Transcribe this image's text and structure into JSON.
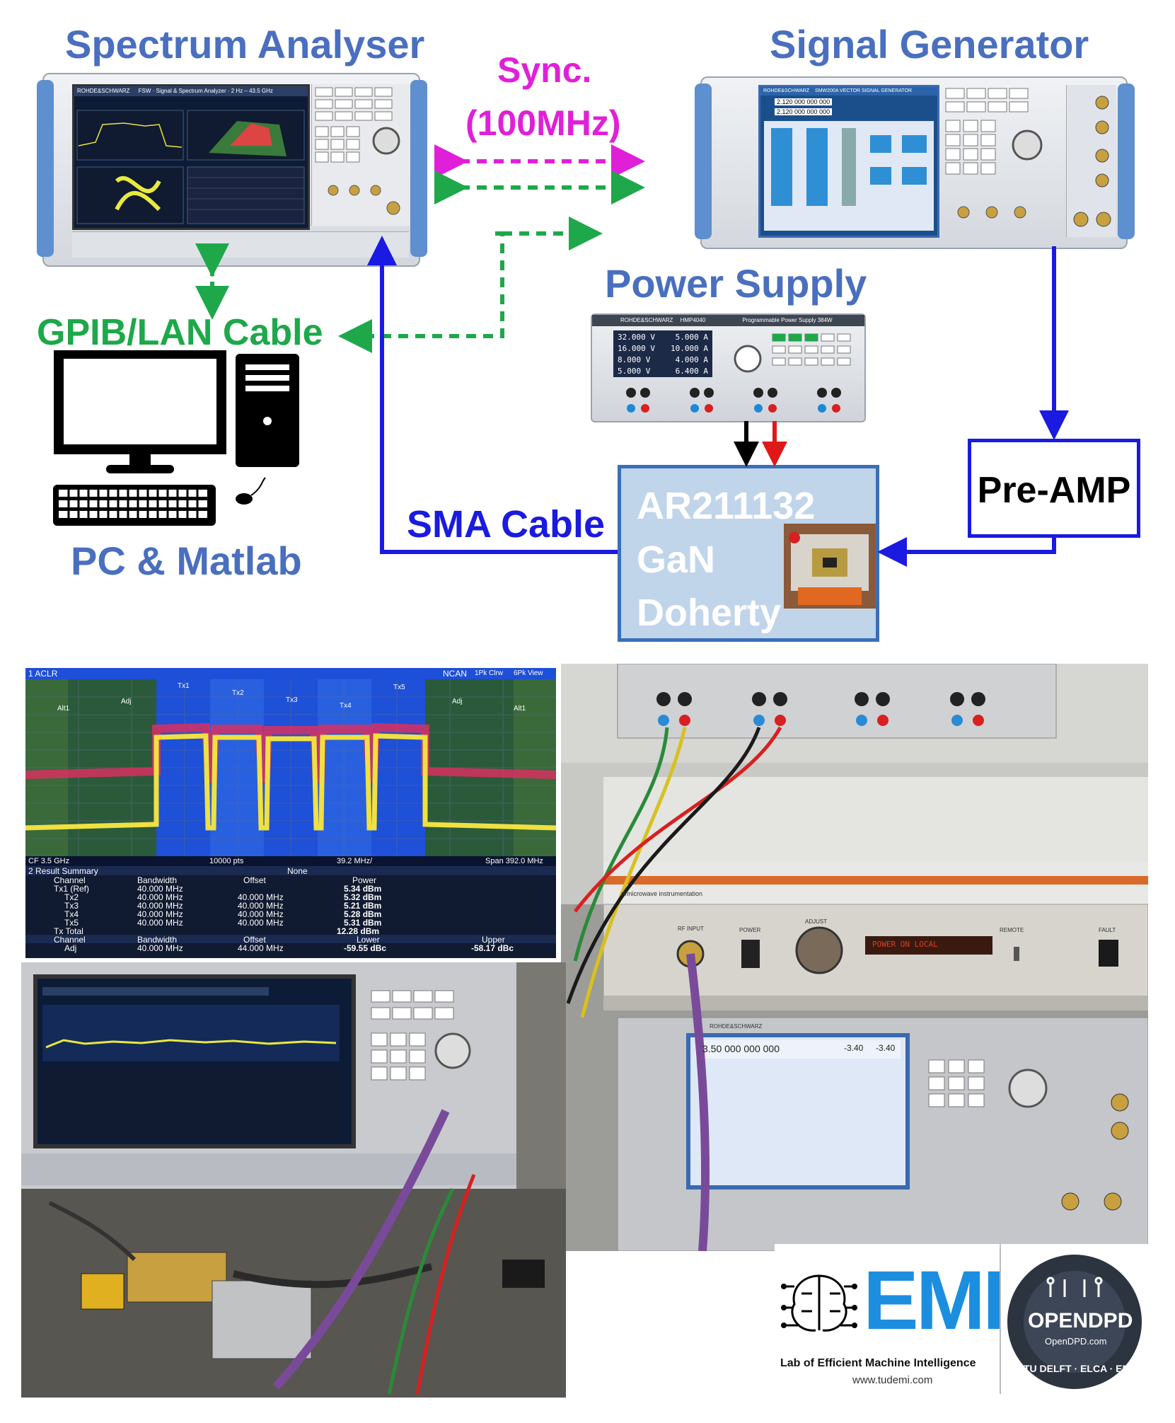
{
  "labels": {
    "spectrum_analyser": "Spectrum Analyser",
    "signal_generator": "Signal Generator",
    "sync_line1": "Sync.",
    "sync_line2": "(100MHz)",
    "power_supply": "Power Supply",
    "gpib_lan": "GPIB/LAN Cable",
    "pc_matlab": "PC & Matlab",
    "sma_cable": "SMA Cable",
    "pre_amp": "Pre-AMP",
    "dut_line1": "AR211132",
    "dut_line2": "GaN",
    "dut_line3": "Doherty"
  },
  "instrument_text": {
    "sa_brand": "ROHDE&SCHWARZ",
    "sa_model": "FSW · Signal & Spectrum Analyzer · 2 Hz – 43.5 GHz",
    "sg_brand": "ROHDE&SCHWARZ",
    "sg_model": "SMW200A   VECTOR SIGNAL GENERATOR",
    "sg_freq_a": "2.120 000 000 000",
    "sg_freq_b": "2.120 000 000 000",
    "ps_brand": "ROHDE&SCHWARZ",
    "ps_model": "HMP4040",
    "ps_title": "Programmable Power Supply 384W",
    "ps_rows": [
      {
        "v": "32.000 V",
        "a": "5.000 A"
      },
      {
        "v": "16.000 V",
        "a": "10.000 A"
      },
      {
        "v": "8.000 V",
        "a": "4.000 A"
      },
      {
        "v": "5.000 V",
        "a": "6.400 A"
      }
    ]
  },
  "aclr": {
    "title": "1 ACLR",
    "header_right": "NCAN",
    "legend_1": "1Pk Clrw",
    "legend_2": "6Pk View",
    "channels_top": [
      "Alt1",
      "Adj",
      "Tx1",
      "Tx2",
      "Tx3",
      "Tx4",
      "Tx5",
      "Adj",
      "Alt1"
    ],
    "footer_cf": "CF 3.5 GHz",
    "footer_pts": "10000 pts",
    "footer_div": "39.2 MHz/",
    "footer_span": "Span 392.0 MHz",
    "summary_title": "2 Result Summary",
    "summary_none": "None",
    "col_headers": [
      "Channel",
      "Bandwidth",
      "Offset",
      "Power"
    ],
    "rows": [
      {
        "channel": "Tx1 (Ref)",
        "bw": "40.000 MHz",
        "offset": "",
        "power": "5.34 dBm"
      },
      {
        "channel": "Tx2",
        "bw": "40.000 MHz",
        "offset": "40.000 MHz",
        "power": "5.32 dBm"
      },
      {
        "channel": "Tx3",
        "bw": "40.000 MHz",
        "offset": "40.000 MHz",
        "power": "5.21 dBm"
      },
      {
        "channel": "Tx4",
        "bw": "40.000 MHz",
        "offset": "40.000 MHz",
        "power": "5.28 dBm"
      },
      {
        "channel": "Tx5",
        "bw": "40.000 MHz",
        "offset": "40.000 MHz",
        "power": "5.31 dBm"
      },
      {
        "channel": "Tx Total",
        "bw": "",
        "offset": "",
        "power": "12.28 dBm"
      }
    ],
    "col_headers_2": [
      "Channel",
      "Bandwidth",
      "Offset",
      "Lower",
      "Upper"
    ],
    "adj_row": {
      "channel": "Adj",
      "bw": "40.000 MHz",
      "offset": "44.000 MHz",
      "lower": "-59.55 dBc",
      "upper": "-58.17 dBc"
    }
  },
  "photo_text": {
    "amp_brand": "rf/microwave instrumentation",
    "amp_rf_input": "RF INPUT",
    "amp_power": "POWER",
    "amp_adjust": "ADJUST",
    "amp_remote": "REMOTE",
    "amp_fault": "FAULT",
    "amp_display": "POWER ON  LOCAL",
    "sg2_brand": "ROHDE&SCHWARZ",
    "sg2_freq": "3.50 000 000 000",
    "sg2_level_a": "-3.40",
    "sg2_level_b": "-3.40"
  },
  "logos": {
    "emi_big": "EMI",
    "emi_sub": "Lab of Efficient Machine Intelligence",
    "emi_url": "www.tudemi.com",
    "opendpd": "OPENDPD",
    "opendpd_url": "OpenDPD.com",
    "opendpd_ring": "TU DELFT · ELCA · EMI"
  },
  "colors": {
    "title_blue": "#4a6fbf",
    "cable_green": "#1ea84a",
    "sync_magenta": "#e020d8",
    "sma_blue": "#1a1ae0",
    "psu_red": "#e01818",
    "psu_black": "#000000"
  }
}
